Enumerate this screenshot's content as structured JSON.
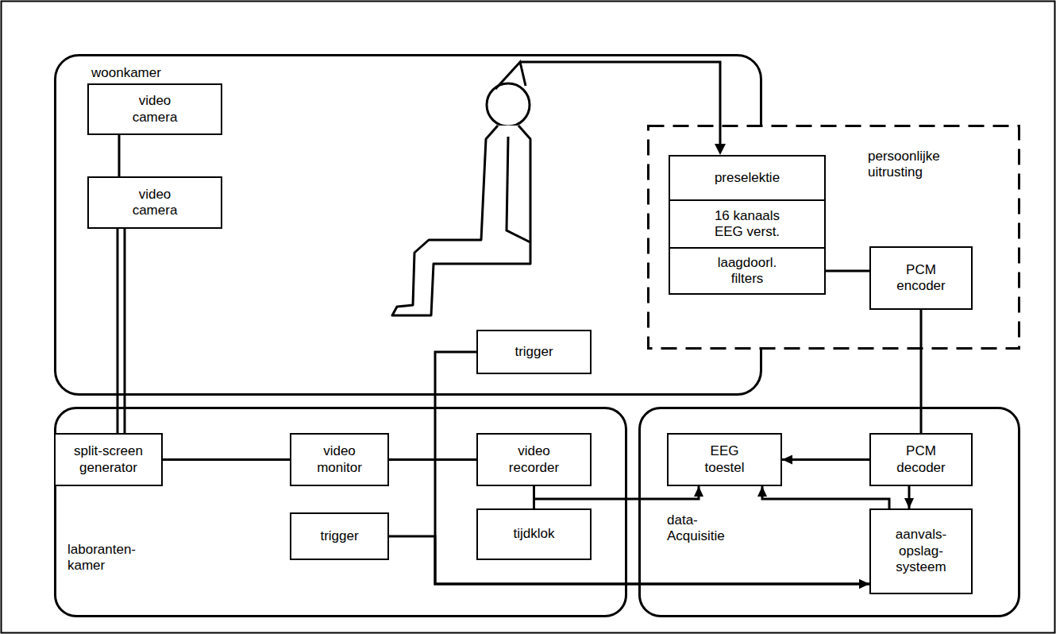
{
  "diagram": {
    "nodes": [
      {
        "text": [
          "woonkamer"
        ]
      },
      {
        "text": [
          "video camera"
        ],
        "in": 0
      },
      {
        "text": [
          "video camera"
        ],
        "in": 0
      },
      {
        "text": [
          "persoonlijke uitrusting"
        ]
      },
      {
        "text": [
          "preselektie"
        ],
        "in": 3
      },
      {
        "text": [
          "16 kanaals EEG verst."
        ],
        "in": 3
      },
      {
        "text": [
          "laagdoorl. filters"
        ],
        "in": 3
      },
      {
        "text": [
          "PCM encoder"
        ],
        "in": 3
      },
      {
        "text": [
          "trigger"
        ],
        "in": 0
      },
      {
        "text": [
          "laboranten- kamer"
        ]
      },
      {
        "text": [
          "split-screen generator"
        ],
        "in": 9
      },
      {
        "text": [
          "video monitor"
        ],
        "in": 9
      },
      {
        "text": [
          "video recorder"
        ],
        "in": 9
      },
      {
        "text": [
          "trigger"
        ],
        "in": 9
      },
      {
        "text": [
          "tijdklok"
        ],
        "in": 9
      },
      {
        "text": [
          "data- Acquisitie"
        ]
      },
      {
        "text": [
          "EEG toestel"
        ],
        "in": 15
      },
      {
        "text": [
          "PCM decoder"
        ],
        "in": 15
      },
      {
        "text": [
          "aanvals- opslag- systeem"
        ],
        "in": 15
      }
    ],
    "edges": [
      {
        "from": 1,
        "to": 2,
        "arrow": "none"
      },
      {
        "from": 2,
        "to": 10,
        "arrow": "none"
      },
      {
        "from": 10,
        "to": 11,
        "arrow": "none"
      },
      {
        "from": 11,
        "to": 12,
        "arrow": "none"
      },
      {
        "from": 6,
        "to": 7,
        "arrow": "none"
      },
      {
        "from": 7,
        "to": 17,
        "arrow": "none"
      },
      {
        "from": 17,
        "to": 16,
        "arrow": "to"
      },
      {
        "from": 17,
        "to": 18,
        "arrow": "to"
      },
      {
        "from": 14,
        "to": 12,
        "arrow": "none"
      },
      {
        "from": 14,
        "to": 16,
        "arrow": "to"
      },
      {
        "from": 18,
        "to": 16,
        "arrow": "to"
      },
      {
        "from": 8,
        "to": 18,
        "arrow": "to"
      },
      {
        "from": 13,
        "to": 18,
        "arrow": "to"
      }
    ]
  }
}
